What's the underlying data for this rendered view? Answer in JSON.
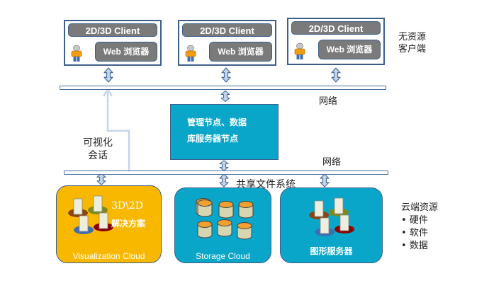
{
  "clients": [
    {
      "title": "2D/3D Client",
      "browser": "Web 浏览器",
      "icon": "user-icon"
    },
    {
      "title": "2D/3D Client",
      "browser": "Web 浏览器",
      "icon": "user-icon"
    },
    {
      "title": "2D/3D Client",
      "browser": "Web 浏览器",
      "icon": "user-icon"
    }
  ],
  "client_side_label": {
    "line1": "无资源",
    "line2": "客户端"
  },
  "networks": {
    "top_label": "网络",
    "bottom_label": "网络"
  },
  "management_node": {
    "line1": "管理节点、数据",
    "line2": "库服务器节点"
  },
  "visual_session": {
    "line1": "可视化",
    "line2": "会话"
  },
  "shared_fs_label": "共享文件系统",
  "clouds": [
    {
      "name": "Visualization Cloud",
      "overlay_line1": "3D\\2D",
      "overlay_line2": "解决方案",
      "color": "#f9b800",
      "icon": "server-cluster-icon"
    },
    {
      "name": "Storage Cloud",
      "color": "#0aa6c9",
      "icon": "database-icon"
    },
    {
      "name": "图形服务器",
      "color": "#0aa6c9",
      "icon": "server-cluster-icon"
    }
  ],
  "cloud_resources": {
    "title": "云端资源",
    "items": [
      "硬件",
      "软件",
      "数据"
    ]
  },
  "colors": {
    "border": "#3e5f8a",
    "client_fill": "#7a7a7a",
    "cyan": "#0aa6c9",
    "orange": "#f9b800",
    "arrow": "#c5d5ea"
  }
}
